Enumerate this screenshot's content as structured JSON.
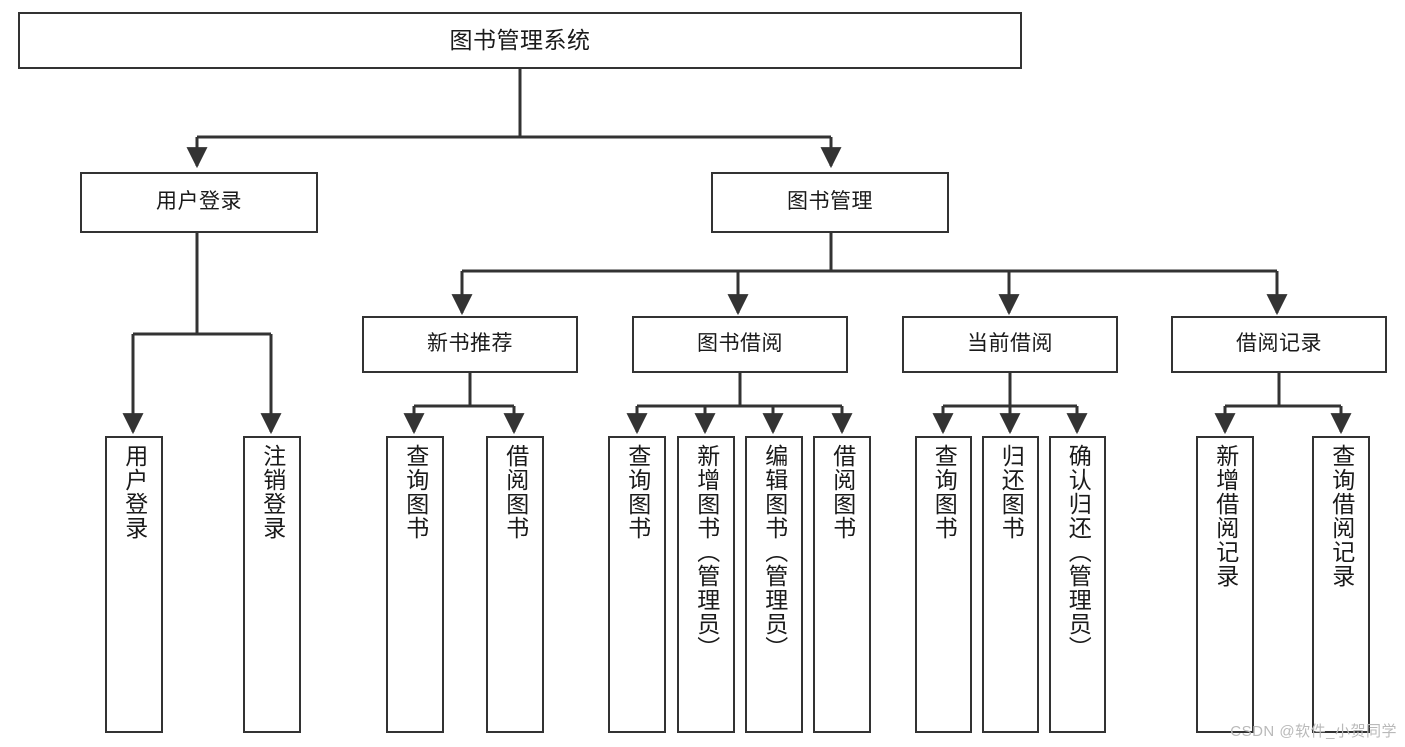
{
  "diagram": {
    "title": "图书管理系统",
    "watermark": "CSDN @软件_小贺同学",
    "line_color": "#333333",
    "box_fill": "#ffffff",
    "text_color": "#1a1a1a"
  },
  "nodes": {
    "root": {
      "label": "图书管理系统"
    },
    "level1": [
      {
        "id": "user-login",
        "label": "用户登录"
      },
      {
        "id": "book-manage",
        "label": "图书管理"
      }
    ],
    "level2": [
      {
        "id": "new-book-recommend",
        "label": "新书推荐"
      },
      {
        "id": "book-borrow",
        "label": "图书借阅"
      },
      {
        "id": "current-borrow",
        "label": "当前借阅"
      },
      {
        "id": "borrow-record",
        "label": "借阅记录"
      }
    ],
    "leaves": {
      "user_login": [
        {
          "id": "leaf-user-login",
          "label": "用户登录"
        },
        {
          "id": "leaf-logout-login",
          "label": "注销登录"
        }
      ],
      "new_book_recommend": [
        {
          "id": "leaf-query-book-1",
          "label": "查询图书"
        },
        {
          "id": "leaf-borrow-book-1",
          "label": "借阅图书"
        }
      ],
      "book_borrow": [
        {
          "id": "leaf-query-book-2",
          "label": "查询图书"
        },
        {
          "id": "leaf-add-book",
          "label": "新增图书（管理员）"
        },
        {
          "id": "leaf-edit-book",
          "label": "编辑图书（管理员）"
        },
        {
          "id": "leaf-borrow-book-2",
          "label": "借阅图书"
        }
      ],
      "current_borrow": [
        {
          "id": "leaf-query-book-3",
          "label": "查询图书"
        },
        {
          "id": "leaf-return-book",
          "label": "归还图书"
        },
        {
          "id": "leaf-confirm-return",
          "label": "确认归还（管理员）"
        }
      ],
      "borrow_record": [
        {
          "id": "leaf-add-record",
          "label": "新增借阅记录"
        },
        {
          "id": "leaf-query-record",
          "label": "查询借阅记录"
        }
      ]
    }
  },
  "chart_data": {
    "type": "tree-diagram",
    "title": "图书管理系统",
    "edges": [
      {
        "from": "图书管理系统",
        "to": "用户登录"
      },
      {
        "from": "图书管理系统",
        "to": "图书管理"
      },
      {
        "from": "用户登录",
        "to": "用户登录"
      },
      {
        "from": "用户登录",
        "to": "注销登录"
      },
      {
        "from": "图书管理",
        "to": "新书推荐"
      },
      {
        "from": "图书管理",
        "to": "图书借阅"
      },
      {
        "from": "图书管理",
        "to": "当前借阅"
      },
      {
        "from": "图书管理",
        "to": "借阅记录"
      },
      {
        "from": "新书推荐",
        "to": "查询图书"
      },
      {
        "from": "新书推荐",
        "to": "借阅图书"
      },
      {
        "from": "图书借阅",
        "to": "查询图书"
      },
      {
        "from": "图书借阅",
        "to": "新增图书（管理员）"
      },
      {
        "from": "图书借阅",
        "to": "编辑图书（管理员）"
      },
      {
        "from": "图书借阅",
        "to": "借阅图书"
      },
      {
        "from": "当前借阅",
        "to": "查询图书"
      },
      {
        "from": "当前借阅",
        "to": "归还图书"
      },
      {
        "from": "当前借阅",
        "to": "确认归还（管理员）"
      },
      {
        "from": "借阅记录",
        "to": "新增借阅记录"
      },
      {
        "from": "借阅记录",
        "to": "查询借阅记录"
      }
    ]
  }
}
